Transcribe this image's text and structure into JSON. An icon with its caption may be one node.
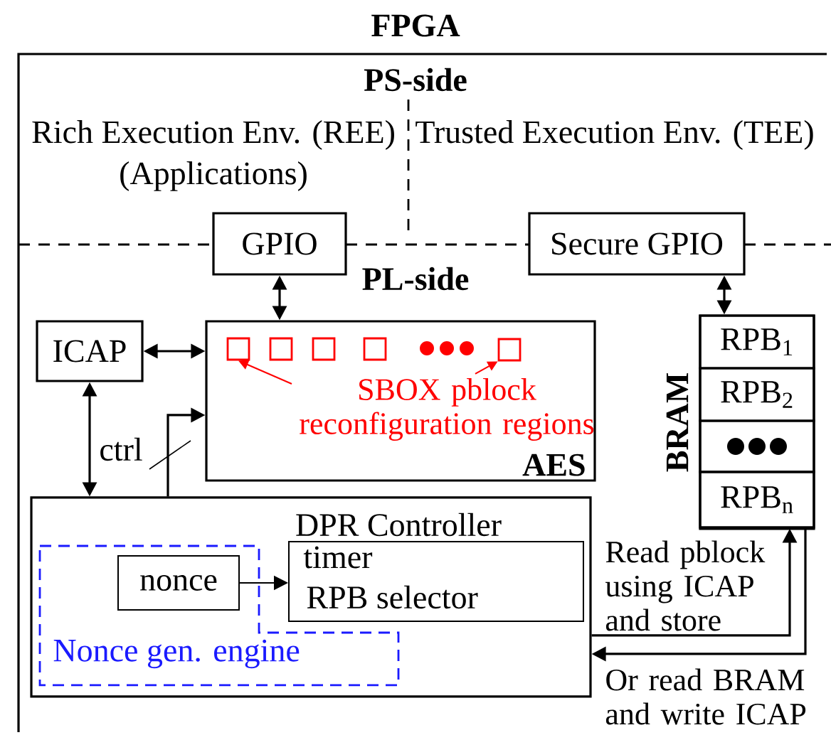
{
  "diagram": {
    "nodes": [
      {
        "text": [
          "FPGA"
        ]
      },
      {
        "text": [
          "GPIO"
        ],
        "in": 0
      },
      {
        "text": [
          "Secure GPIO"
        ],
        "in": 0
      },
      {
        "text": [
          "ICAP"
        ],
        "in": 0
      },
      {
        "text": [
          "AES"
        ],
        "in": 0
      },
      {
        "text": [],
        "shape": "box",
        "in": 4
      },
      {
        "text": [],
        "shape": "box",
        "in": 4
      },
      {
        "text": [],
        "shape": "box",
        "in": 4
      },
      {
        "text": [],
        "shape": "box",
        "in": 4
      },
      {
        "text": [],
        "shape": "box",
        "in": 4
      },
      {
        "text": [
          "SBOX pblock reconfiguration regions"
        ],
        "in": 4
      },
      {
        "text": [
          "BRAM"
        ],
        "in": 0
      },
      {
        "text": [
          "RPB$_{1}$"
        ],
        "in": 11
      },
      {
        "text": [
          "RPB$_{2}$"
        ],
        "in": 11
      },
      {
        "text": [],
        "shape": "box",
        "in": 11
      },
      {
        "text": [
          "RPB$_{n}$"
        ],
        "in": 11
      },
      {
        "text": [
          "DPR Controller"
        ],
        "in": 0
      },
      {
        "text": [
          "Nonce gen. engine"
        ],
        "in": 16
      },
      {
        "text": [
          "nonce"
        ],
        "in": 17
      },
      {
        "text": [
          "timer",
          "RPB selector"
        ],
        "in": 16
      }
    ],
    "edges": [
      {
        "from": 1,
        "to": 4,
        "arrow": "both"
      },
      {
        "from": 2,
        "to": 11,
        "arrow": "both"
      },
      {
        "from": 3,
        "to": 4,
        "arrow": "both"
      },
      {
        "from": 3,
        "to": 16,
        "arrow": "both"
      },
      {
        "from": 16,
        "to": 4,
        "arrow": "to",
        "label": "ctrl"
      },
      {
        "from": 18,
        "to": 19,
        "arrow": "to"
      },
      {
        "from": 10,
        "to": 5,
        "arrow": "to",
        "color": "#ff0000"
      },
      {
        "from": 10,
        "to": 9,
        "arrow": "to",
        "color": "#ff0000"
      },
      {
        "from": 16,
        "to": 15,
        "arrow": "to",
        "label": "Read pblock using ICAP and store"
      },
      {
        "from": 15,
        "to": 16,
        "arrow": "to",
        "label": "Or read BRAM and write ICAP"
      }
    ],
    "labels": [
      "PS-side",
      "Rich Execution Env. (REE)",
      "(Applications)",
      "Trusted Execution Env. (TEE)",
      "PL-side"
    ]
  }
}
